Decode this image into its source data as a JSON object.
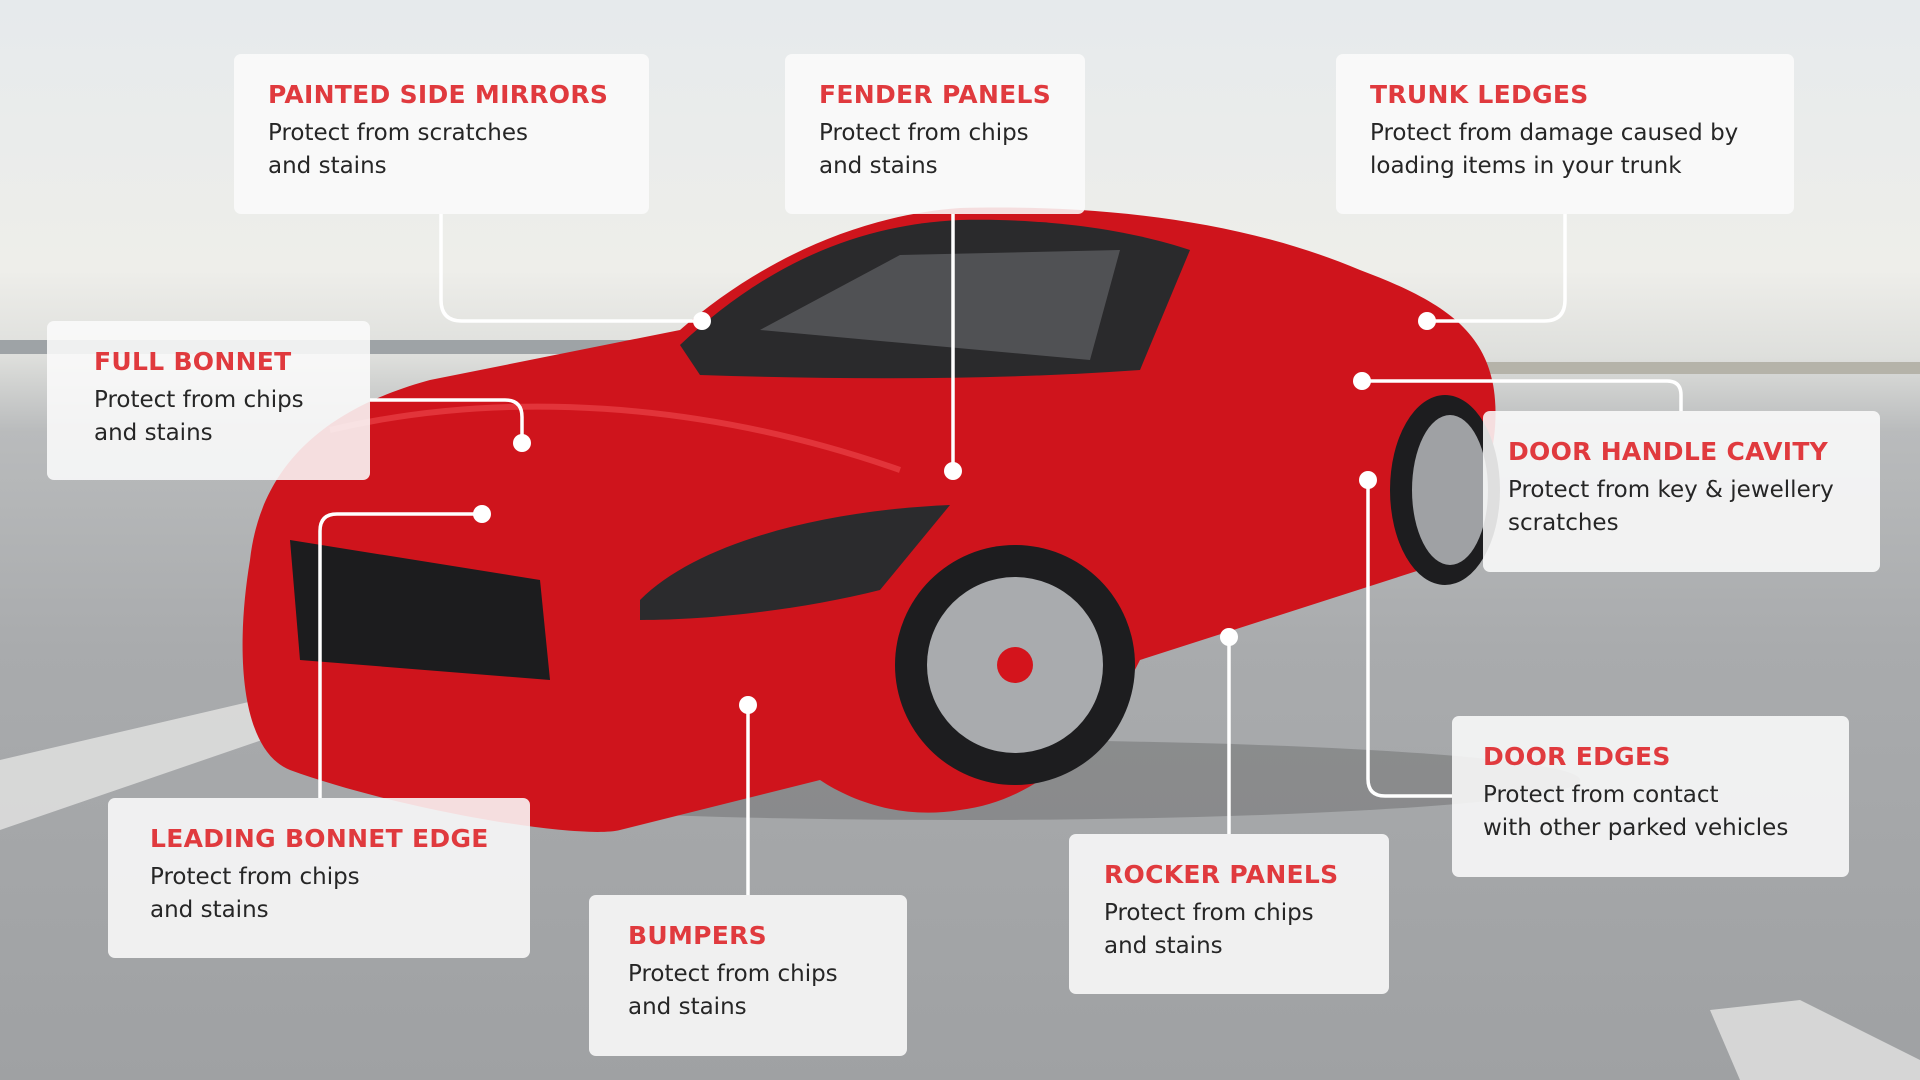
{
  "colors": {
    "title": "#e03a3e",
    "car": "#d4141c",
    "line": "#ffffff"
  },
  "callouts": [
    {
      "title": "PAINTED SIDE MIRRORS",
      "text": "Protect from scratches\nand stains"
    },
    {
      "title": "FENDER PANELS",
      "text": "Protect from chips\nand stains"
    },
    {
      "title": "TRUNK LEDGES",
      "text": "Protect from damage caused by\nloading items in your trunk"
    },
    {
      "title": "FULL BONNET",
      "text": "Protect from chips\nand stains"
    },
    {
      "title": "DOOR HANDLE CAVITY",
      "text": "Protect from key & jewellery\nscratches"
    },
    {
      "title": "DOOR EDGES",
      "text": "Protect from contact\nwith other parked vehicles"
    },
    {
      "title": "LEADING BONNET EDGE",
      "text": "Protect from chips\nand stains"
    },
    {
      "title": "BUMPERS",
      "text": "Protect from chips\nand stains"
    },
    {
      "title": "ROCKER PANELS",
      "text": "Protect from chips\nand stains"
    }
  ]
}
